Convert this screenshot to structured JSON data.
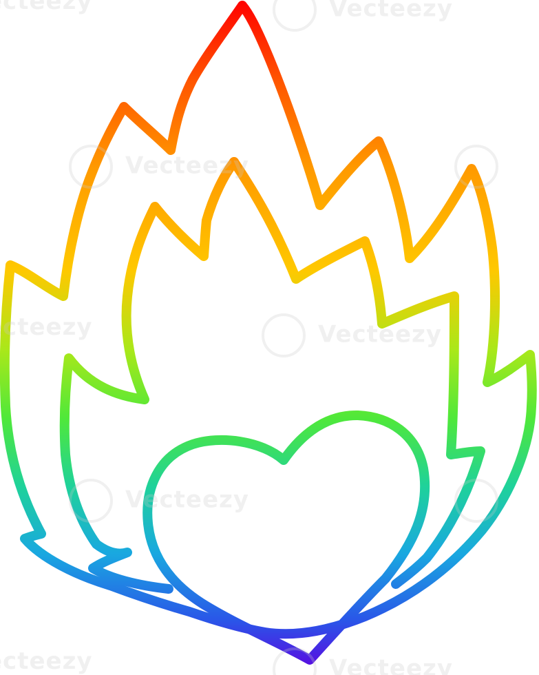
{
  "image": {
    "subject": "heart-on-fire-icon",
    "style": "rainbow gradient line art",
    "gradient_colors": [
      "#ff0000",
      "#ff7a00",
      "#ffc400",
      "#7be82a",
      "#1fd28a",
      "#1aa7e8",
      "#3a3be0",
      "#5a00e0"
    ]
  },
  "watermark": {
    "text": "Vecteezy",
    "partial_text": "ecteezy"
  }
}
